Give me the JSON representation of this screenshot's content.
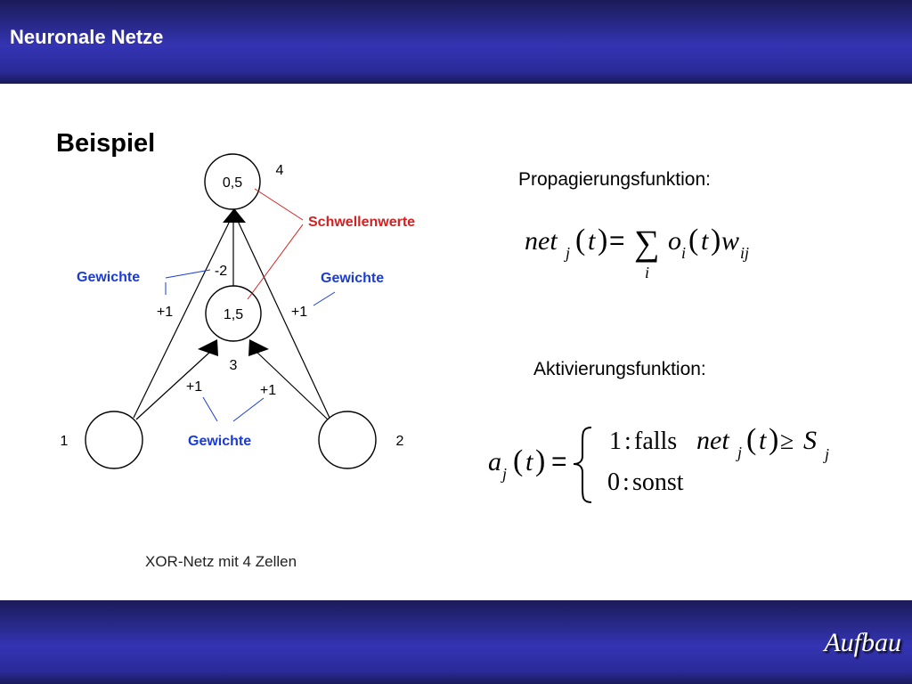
{
  "header": {
    "title": "Neuronale Netze"
  },
  "footer": {
    "nav_label": "Aufbau"
  },
  "main": {
    "heading": "Beispiel",
    "diagram": {
      "nodes": [
        {
          "value": "0,5",
          "id": "4"
        },
        {
          "value": "1,5",
          "id": "3"
        },
        {
          "value": "",
          "id": "1"
        },
        {
          "value": "",
          "id": "2"
        }
      ],
      "weights": {
        "n1_n4": "+1",
        "n3_n4": "-2",
        "n2_n4": "+1",
        "n1_n3": "+1",
        "n2_n3": "+1"
      },
      "annotations": {
        "threshold": "Schwellenwerte",
        "weights_left": "Gewichte",
        "weights_right": "Gewichte",
        "weights_bottom": "Gewichte"
      },
      "caption": "XOR-Netz mit 4 Zellen",
      "colors": {
        "threshold": "#d42020",
        "weights": "#1a3bd6"
      }
    },
    "propagation": {
      "label": "Propagierungsfunktion:",
      "formula": {
        "net": "net",
        "j": "j",
        "t": "t",
        "eq": "=",
        "sum": "∑",
        "i": "i",
        "o": "o",
        "w": "w",
        "ij": "ij"
      }
    },
    "activation": {
      "label": "Aktivierungsfunktion:",
      "formula": {
        "a": "a",
        "j": "j",
        "t": "t",
        "eq": "=",
        "case1_value": "1",
        "colon": ":",
        "case1_text": "falls",
        "net": "net",
        "geq": "≥",
        "S": "S",
        "case2_value": "0",
        "case2_text": "sonst"
      }
    }
  }
}
